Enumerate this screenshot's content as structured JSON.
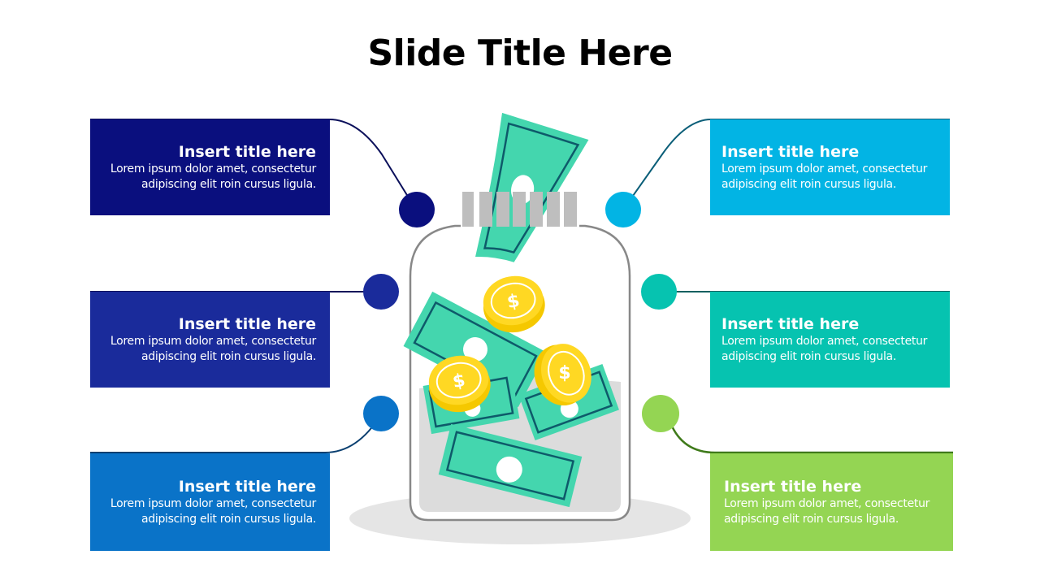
{
  "slide": {
    "title": "Slide Title Here"
  },
  "items": [
    {
      "side": "left",
      "title": "Insert title here",
      "line1": "Lorem ipsum dolor amet, consectetur",
      "line2": "adipiscing elit roin cursus ligula.",
      "color": "#0A0F7E",
      "line_color": "#0A0F5A"
    },
    {
      "side": "left",
      "title": "Insert title here",
      "line1": "Lorem ipsum dolor amet, consectetur",
      "line2": "adipiscing elit roin cursus ligula.",
      "color": "#1A2B9B",
      "line_color": "#0A0F5A"
    },
    {
      "side": "left",
      "title": "Insert title here",
      "line1": "Lorem ipsum dolor amet, consectetur",
      "line2": "adipiscing elit roin cursus ligula.",
      "color": "#0A73C8",
      "line_color": "#0A3F70"
    },
    {
      "side": "right",
      "title": "Insert title here",
      "line1": "Lorem ipsum dolor amet, consectetur",
      "line2": "adipiscing elit roin cursus ligula.",
      "color": "#02B4E4",
      "line_color": "#0A5E78"
    },
    {
      "side": "right",
      "title": "Insert title here",
      "line1": "Lorem ipsum dolor amet, consectetur",
      "line2": "adipiscing elit roin cursus ligula.",
      "color": "#06C3B0",
      "line_color": "#0A6060"
    },
    {
      "side": "right",
      "title": "Insert title here",
      "line1": "Lorem ipsum dolor amet, consectetur",
      "line2": "adipiscing elit roin cursus ligula.",
      "color": "#94D553",
      "line_color": "#3F7A1A"
    }
  ],
  "illustration": {
    "name": "money-jar",
    "bill_color": "#44D6AE",
    "bill_border": "#0E5A6A",
    "coin_color": "#FFD823",
    "jar_outline": "#888888",
    "jar_fill": "#DCDCDC",
    "lid_color": "#BEBEBE",
    "shadow_color": "#E5E5E5"
  }
}
